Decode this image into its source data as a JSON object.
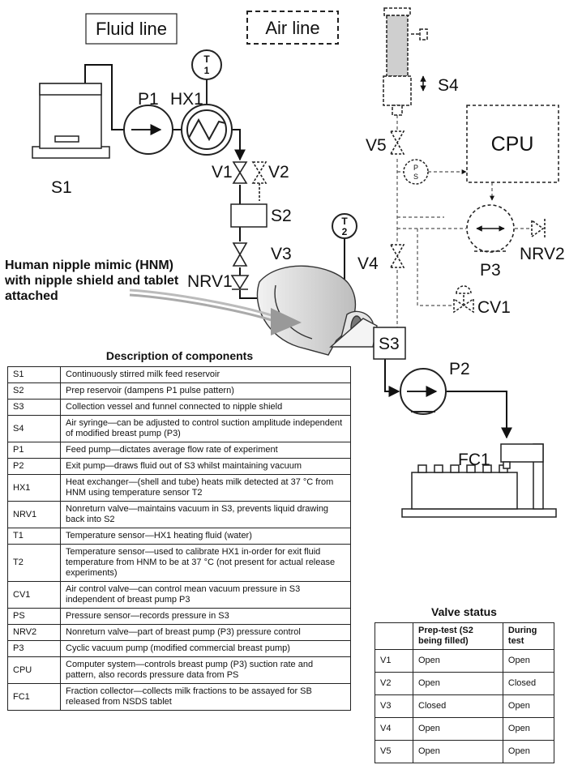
{
  "legend": {
    "fluid_line": "Fluid line",
    "air_line": "Air line"
  },
  "component_labels": {
    "s1": "S1",
    "p1": "P1",
    "hx1": "HX1",
    "t1": "T\n1",
    "v1": "V1",
    "v2": "V2",
    "s2": "S2",
    "v3": "V3",
    "nrv1": "NRV1",
    "t2": "T\n2",
    "s4": "S4",
    "v5": "V5",
    "ps": "P\nS",
    "cpu": "CPU",
    "p3": "P3",
    "nrv2": "NRV2",
    "v4": "V4",
    "cv1": "CV1",
    "s3": "S3",
    "p2": "P2",
    "fc1": "FC1"
  },
  "hnm_caption": "Human nipple mimic (HNM) with nipple shield and tablet attached",
  "description": {
    "title": "Description of components",
    "rows": [
      {
        "code": "S1",
        "text": "Continuously stirred milk feed reservoir"
      },
      {
        "code": "S2",
        "text": "Prep reservoir (dampens P1 pulse pattern)"
      },
      {
        "code": "S3",
        "text": "Collection vessel and funnel connected to nipple shield"
      },
      {
        "code": "S4",
        "text": "Air syringe—can be adjusted to control suction amplitude independent of modified breast pump (P3)"
      },
      {
        "code": "P1",
        "text": "Feed pump—dictates average flow rate of experiment"
      },
      {
        "code": "P2",
        "text": "Exit pump—draws fluid out of S3 whilst maintaining vacuum"
      },
      {
        "code": "HX1",
        "text": "Heat exchanger—(shell and tube) heats milk detected at 37 °C from HNM using temperature sensor T2"
      },
      {
        "code": "NRV1",
        "text": "Nonreturn valve—maintains vacuum in S3, prevents liquid drawing back into S2"
      },
      {
        "code": "T1",
        "text": "Temperature sensor—HX1 heating fluid (water)"
      },
      {
        "code": "T2",
        "text": "Temperature sensor—used to calibrate HX1 in-order for exit fluid temperature from HNM to be at 37 °C (not present for actual release experiments)"
      },
      {
        "code": "CV1",
        "text": "Air control valve—can control mean vacuum pressure in S3 independent of breast pump P3"
      },
      {
        "code": "PS",
        "text": "Pressure sensor—records pressure in S3"
      },
      {
        "code": "NRV2",
        "text": "Nonreturn valve—part of breast pump (P3) pressure control"
      },
      {
        "code": "P3",
        "text": "Cyclic vacuum pump (modified commercial breast pump)"
      },
      {
        "code": "CPU",
        "text": "Computer system—controls breast pump (P3) suction rate and pattern, also records pressure data from PS"
      },
      {
        "code": "FC1",
        "text": "Fraction collector—collects milk fractions to be assayed for SB released from NSDS tablet"
      }
    ]
  },
  "valve_status": {
    "title": "Valve status",
    "headers": [
      "",
      "Prep-test (S2 being filled)",
      "During test"
    ],
    "rows": [
      {
        "valve": "V1",
        "prep": "Open",
        "during": "Open"
      },
      {
        "valve": "V2",
        "prep": "Open",
        "during": "Closed"
      },
      {
        "valve": "V3",
        "prep": "Closed",
        "during": "Open"
      },
      {
        "valve": "V4",
        "prep": "Open",
        "during": "Open"
      },
      {
        "valve": "V5",
        "prep": "Open",
        "during": "Open"
      }
    ]
  }
}
